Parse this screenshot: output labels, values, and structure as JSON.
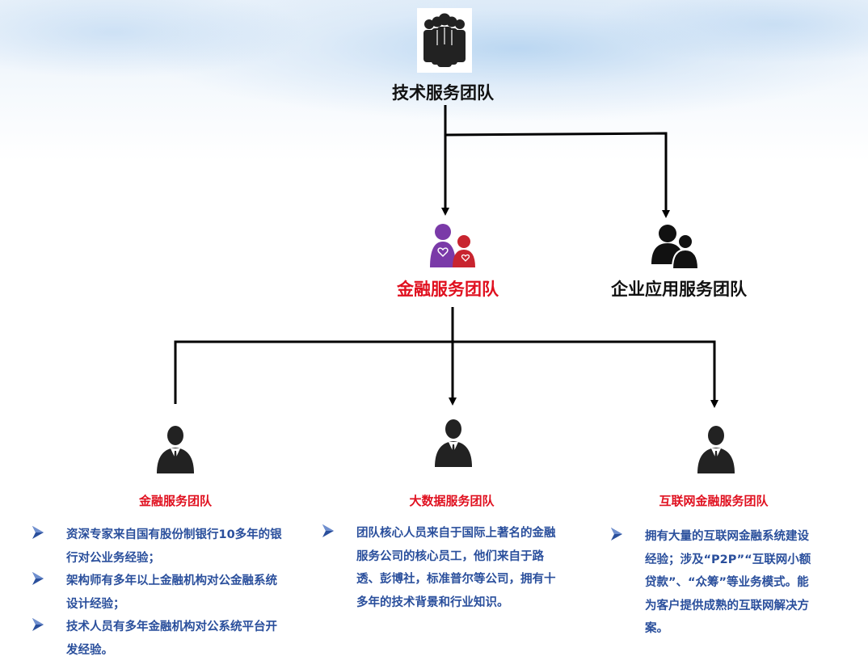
{
  "root": {
    "title": "技术服务团队",
    "icon": "team-group-icon"
  },
  "level2": [
    {
      "title": "金融服务团队",
      "icon": "family-heart-icon",
      "color": "#e0101f"
    },
    {
      "title": "企业应用服务团队",
      "icon": "two-users-icon",
      "color": "#111111"
    }
  ],
  "level3": [
    {
      "title": "金融服务团队",
      "icon": "businessman-icon",
      "items": [
        "资深专家来自国有股份制银行10多年的银行对公业务经验；",
        "架构师有多年以上金融机构对公金融系统设计经验；",
        "技术人员有多年金融机构对公系统平台开发经验。"
      ]
    },
    {
      "title": "大数据服务团队",
      "icon": "businessman-icon",
      "items": [
        "团队核心人员来自于国际上著名的金融服务公司的核心员工，他们来自于路透、彭博社，标准普尔等公司，拥有十多年的技术背景和行业知识。"
      ]
    },
    {
      "title": "互联网金融服务团队",
      "icon": "businessman-icon",
      "items": [
        "拥有大量的互联网金融系统建设经验；涉及“P2P”“互联网小额贷款”、“众筹”等业务模式。能为客户提供成熟的互联网解决方案。"
      ]
    }
  ],
  "colors": {
    "title_red": "#e0101f",
    "bullet_text": "#2a4f9c",
    "arrow_blue": "#2a4f9c",
    "connector": "#000000"
  }
}
